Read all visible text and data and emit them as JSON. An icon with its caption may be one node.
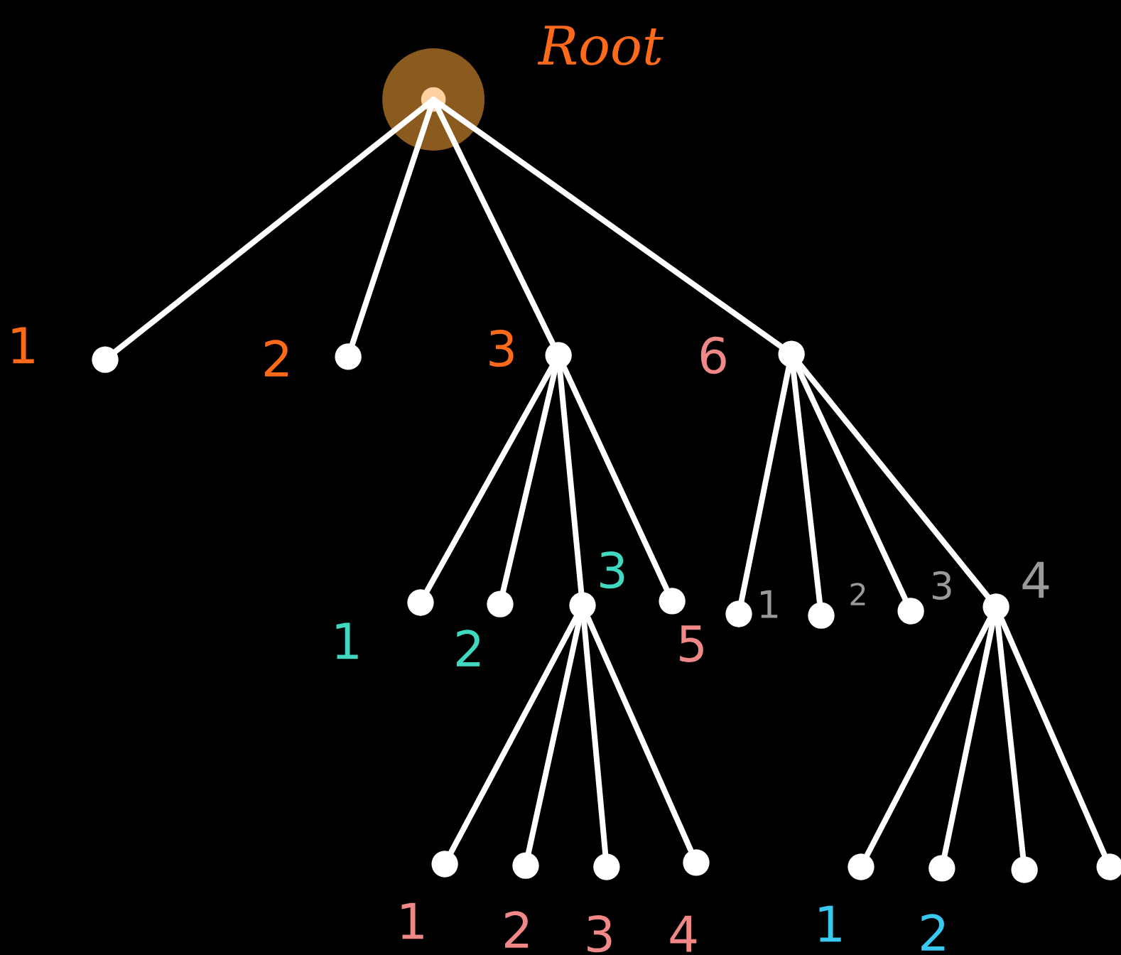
{
  "diagram": {
    "nodes": [
      {
        "text": [],
        "shape": "circle",
        "beside": [
          "Root"
        ]
      },
      {
        "text": [],
        "shape": "circle",
        "beside": [
          "1"
        ]
      },
      {
        "text": [],
        "shape": "circle",
        "beside": [
          "2"
        ]
      },
      {
        "text": [],
        "shape": "circle",
        "beside": [
          "3"
        ]
      },
      {
        "text": [],
        "shape": "circle",
        "beside": [
          "6"
        ]
      },
      {
        "text": [],
        "shape": "circle",
        "beside": [
          "1"
        ]
      },
      {
        "text": [],
        "shape": "circle",
        "beside": [
          "2"
        ]
      },
      {
        "text": [],
        "shape": "circle",
        "beside": [
          "3"
        ]
      },
      {
        "text": [],
        "shape": "circle",
        "beside": [
          "5"
        ]
      },
      {
        "text": [],
        "shape": "circle",
        "beside": [
          "1"
        ]
      },
      {
        "text": [],
        "shape": "circle",
        "beside": [
          "2"
        ]
      },
      {
        "text": [],
        "shape": "circle",
        "beside": [
          "3"
        ]
      },
      {
        "text": [],
        "shape": "circle",
        "beside": [
          "4"
        ]
      },
      {
        "text": [],
        "shape": "circle",
        "beside": [
          "1"
        ]
      },
      {
        "text": [],
        "shape": "circle",
        "beside": [
          "2"
        ]
      },
      {
        "text": [],
        "shape": "circle",
        "beside": [
          "3"
        ]
      },
      {
        "text": [],
        "shape": "circle",
        "beside": [
          "4"
        ]
      },
      {
        "text": [],
        "shape": "circle",
        "beside": [
          "1"
        ]
      },
      {
        "text": [],
        "shape": "circle",
        "beside": [
          "2"
        ]
      },
      {
        "text": [],
        "shape": "circle"
      },
      {
        "text": [],
        "shape": "circle"
      }
    ],
    "edges": [
      {
        "from": 0,
        "to": 1,
        "arrow": "none"
      },
      {
        "from": 0,
        "to": 2,
        "arrow": "none"
      },
      {
        "from": 0,
        "to": 3,
        "arrow": "none"
      },
      {
        "from": 0,
        "to": 4,
        "arrow": "none"
      },
      {
        "from": 3,
        "to": 5,
        "arrow": "none"
      },
      {
        "from": 3,
        "to": 6,
        "arrow": "none"
      },
      {
        "from": 3,
        "to": 7,
        "arrow": "none"
      },
      {
        "from": 3,
        "to": 8,
        "arrow": "none"
      },
      {
        "from": 4,
        "to": 9,
        "arrow": "none"
      },
      {
        "from": 4,
        "to": 10,
        "arrow": "none"
      },
      {
        "from": 4,
        "to": 11,
        "arrow": "none"
      },
      {
        "from": 4,
        "to": 12,
        "arrow": "none"
      },
      {
        "from": 7,
        "to": 13,
        "arrow": "none"
      },
      {
        "from": 7,
        "to": 14,
        "arrow": "none"
      },
      {
        "from": 7,
        "to": 15,
        "arrow": "none"
      },
      {
        "from": 7,
        "to": 16,
        "arrow": "none"
      },
      {
        "from": 12,
        "to": 17,
        "arrow": "none"
      },
      {
        "from": 12,
        "to": 18,
        "arrow": "none"
      },
      {
        "from": 12,
        "to": 19,
        "arrow": "none"
      },
      {
        "from": 12,
        "to": 20,
        "arrow": "none"
      }
    ]
  }
}
